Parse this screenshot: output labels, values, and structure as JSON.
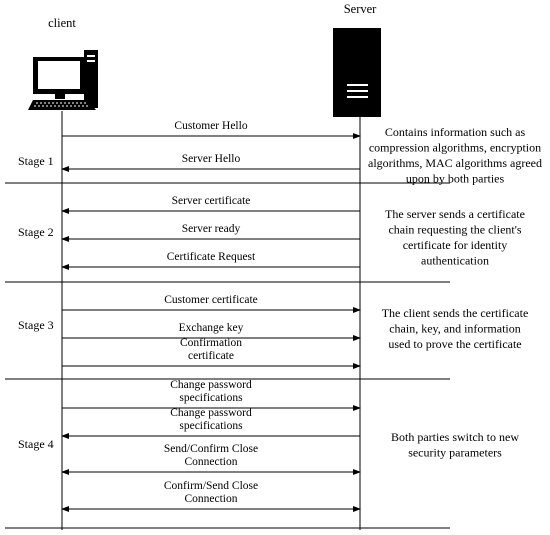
{
  "participants": {
    "client": "client",
    "server": "Server"
  },
  "stages": [
    {
      "label": "Stage 1",
      "note": [
        "Contains information such as",
        "compression algorithms, encryption",
        "algorithms, MAC algorithms agreed",
        "upon by both parties"
      ],
      "messages": [
        {
          "text": [
            "Customer Hello"
          ],
          "direction": "to-server"
        },
        {
          "text": [
            "Server Hello"
          ],
          "direction": "to-client"
        }
      ]
    },
    {
      "label": "Stage 2",
      "note": [
        "The server sends a certificate",
        "chain requesting the client's",
        "certificate for identity",
        "authentication"
      ],
      "messages": [
        {
          "text": [
            "Server certificate"
          ],
          "direction": "to-client"
        },
        {
          "text": [
            "Server ready"
          ],
          "direction": "to-client"
        },
        {
          "text": [
            "Certificate Request"
          ],
          "direction": "to-client"
        }
      ]
    },
    {
      "label": "Stage 3",
      "note": [
        "The client sends the certificate",
        "chain, key, and information",
        "used to prove the certificate"
      ],
      "messages": [
        {
          "text": [
            "Customer certificate"
          ],
          "direction": "to-server"
        },
        {
          "text": [
            "Exchange key"
          ],
          "direction": "to-server"
        },
        {
          "text": [
            "Confirmation",
            "certificate"
          ],
          "direction": "to-server"
        }
      ]
    },
    {
      "label": "Stage 4",
      "note": [
        "Both parties switch to new",
        "security parameters"
      ],
      "messages": [
        {
          "text": [
            "Change password",
            "specifications"
          ],
          "direction": "to-server"
        },
        {
          "text": [
            "Change password",
            "specifications"
          ],
          "direction": "to-client"
        },
        {
          "text": [
            "Send/Confirm Close",
            "Connection"
          ],
          "direction": "both"
        },
        {
          "text": [
            "Confirm/Send Close",
            "Connection"
          ],
          "direction": "both"
        }
      ]
    }
  ]
}
